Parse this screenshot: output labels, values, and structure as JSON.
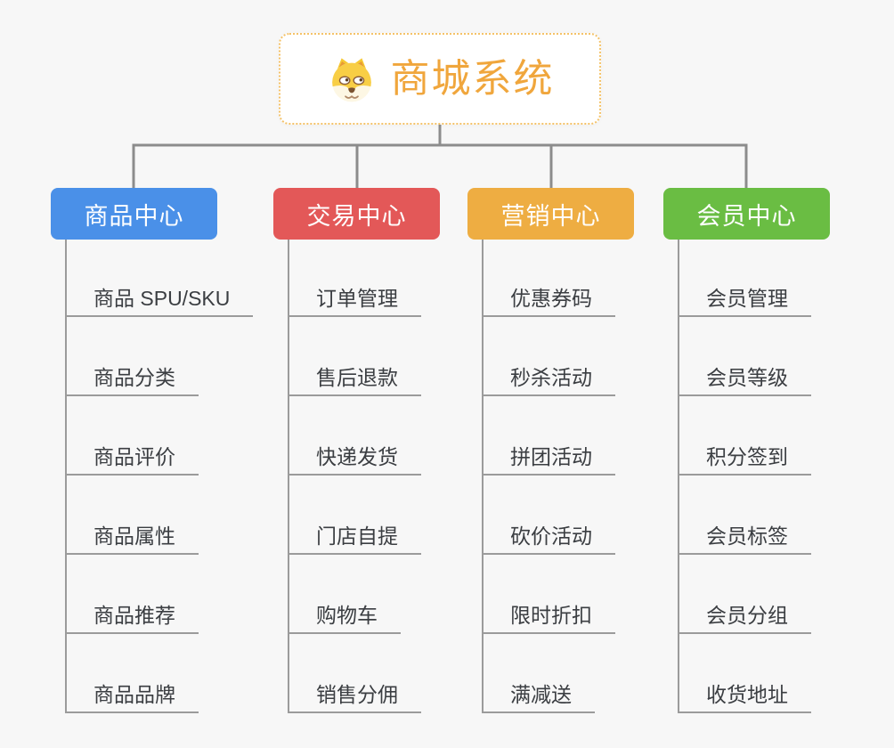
{
  "root": {
    "title": "商城系统",
    "icon": "dog-face-icon"
  },
  "branches": [
    {
      "label": "商品中心",
      "color": "#4a90e8",
      "items": [
        "商品 SPU/SKU",
        "商品分类",
        "商品评价",
        "商品属性",
        "商品推荐",
        "商品品牌"
      ]
    },
    {
      "label": "交易中心",
      "color": "#e35858",
      "items": [
        "订单管理",
        "售后退款",
        "快递发货",
        "门店自提",
        "购物车",
        "销售分佣"
      ]
    },
    {
      "label": "营销中心",
      "color": "#eead42",
      "items": [
        "优惠券码",
        "秒杀活动",
        "拼团活动",
        "砍价活动",
        "限时折扣",
        "满减送"
      ]
    },
    {
      "label": "会员中心",
      "color": "#6abd43",
      "items": [
        "会员管理",
        "会员等级",
        "积分签到",
        "会员标签",
        "会员分组",
        "收货地址"
      ]
    }
  ],
  "colors": {
    "background": "#f7f7f7",
    "root_text": "#f0a63c",
    "root_border": "#f4c268",
    "connector_line": "#8c8c8c",
    "leaf_line": "#9b9b9b",
    "leaf_text": "#3b3e42"
  }
}
